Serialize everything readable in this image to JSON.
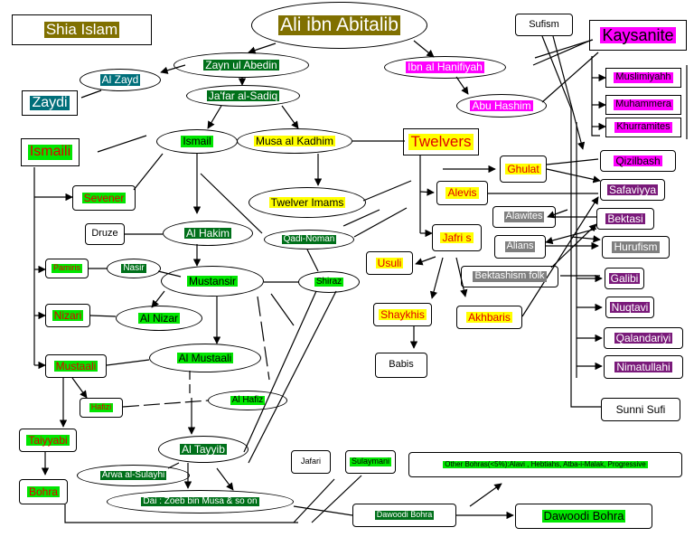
{
  "nodes": {
    "shia_islam": "Shia Islam",
    "ali": "Ali ibn Abitalib",
    "sufism": "Sufism",
    "kaysanite": "Kaysanite",
    "zayn": "Zayn ul Abedin",
    "hanifiyah": "Ibn al Hanifiyah",
    "al_zayd": "Al Zayd",
    "zaydi": "Zaydi",
    "jafar": "Ja'far al-Sadiq",
    "abu_hashim": "Abu Hashim",
    "muslimiyahh": "Muslimiyahh",
    "muhammera": "Muhammera",
    "khurramites": "Khurramites",
    "ismaili": "Ismaili",
    "ismail": "Ismail",
    "musa": "Musa al Kadhim",
    "twelvers": "Twelvers",
    "qizilbash": "Qizilbash",
    "ghulat": "Ghulat",
    "sevener": "Sevener",
    "twelver_imams": "Twelver Imams",
    "alevis": "Alevis",
    "safaviyya": "Safaviyya",
    "alawites": "Alawites",
    "bektasi": "Bektasi",
    "druze": "Druze",
    "al_hakim": "Al Hakim",
    "qadi_noman": "Qadi-Noman",
    "jafri": "Jafri s",
    "alians": "Alians",
    "hurufism": "Hurufism",
    "pamiris": "Pamiris",
    "nasir": "Nasir",
    "usuli": "Usuli",
    "bektashism_folk": "Bektashism folk",
    "galibi": "Galibi",
    "mustansir": "Mustansir",
    "shiraz": "Shiraz",
    "nuqtavi": "Nuqtavi",
    "nizari": "Nizari",
    "al_nizar": "Al Nizar",
    "shaykhis": "Shaykhis",
    "akhbaris": "Akhbaris",
    "qalandariyi": "Qalandariyi",
    "mustaali": "Mustaali",
    "al_mustaali": "Al Mustaali",
    "babis": "Babis",
    "nimatullahi": "Nimatullahi",
    "hafizi": "Hafizi",
    "al_hafiz": "Al Hafiz",
    "sunni_sufi": "Sunni Sufi",
    "taiyyabi": "Taiyyabi",
    "al_tayyib": "Al Tayyib",
    "jafari": "Jafari",
    "sulaymani": "Sulaymani",
    "other_bohras": "Other Bohras(<5%):Alavi , Hebtiahs,  Atba-i-Malak, Progressive",
    "bohra": "Bohra",
    "arwa": "Arwa al-Sulayhi",
    "dai": "Dai : Zoeb bin Musa  & so on",
    "dawoodi_small": "Dawoodi Bohra",
    "dawoodi": "Dawoodi  Bohra"
  },
  "colors": {
    "green": "#00e600",
    "dark_green": "#00701a",
    "yellow": "#ffff00",
    "red_text": "#e00000",
    "magenta": "#ff00ff",
    "purple": "#7a1a7a",
    "teal": "#006f7a",
    "gray": "#7f7f7f",
    "olive": "#807000"
  }
}
